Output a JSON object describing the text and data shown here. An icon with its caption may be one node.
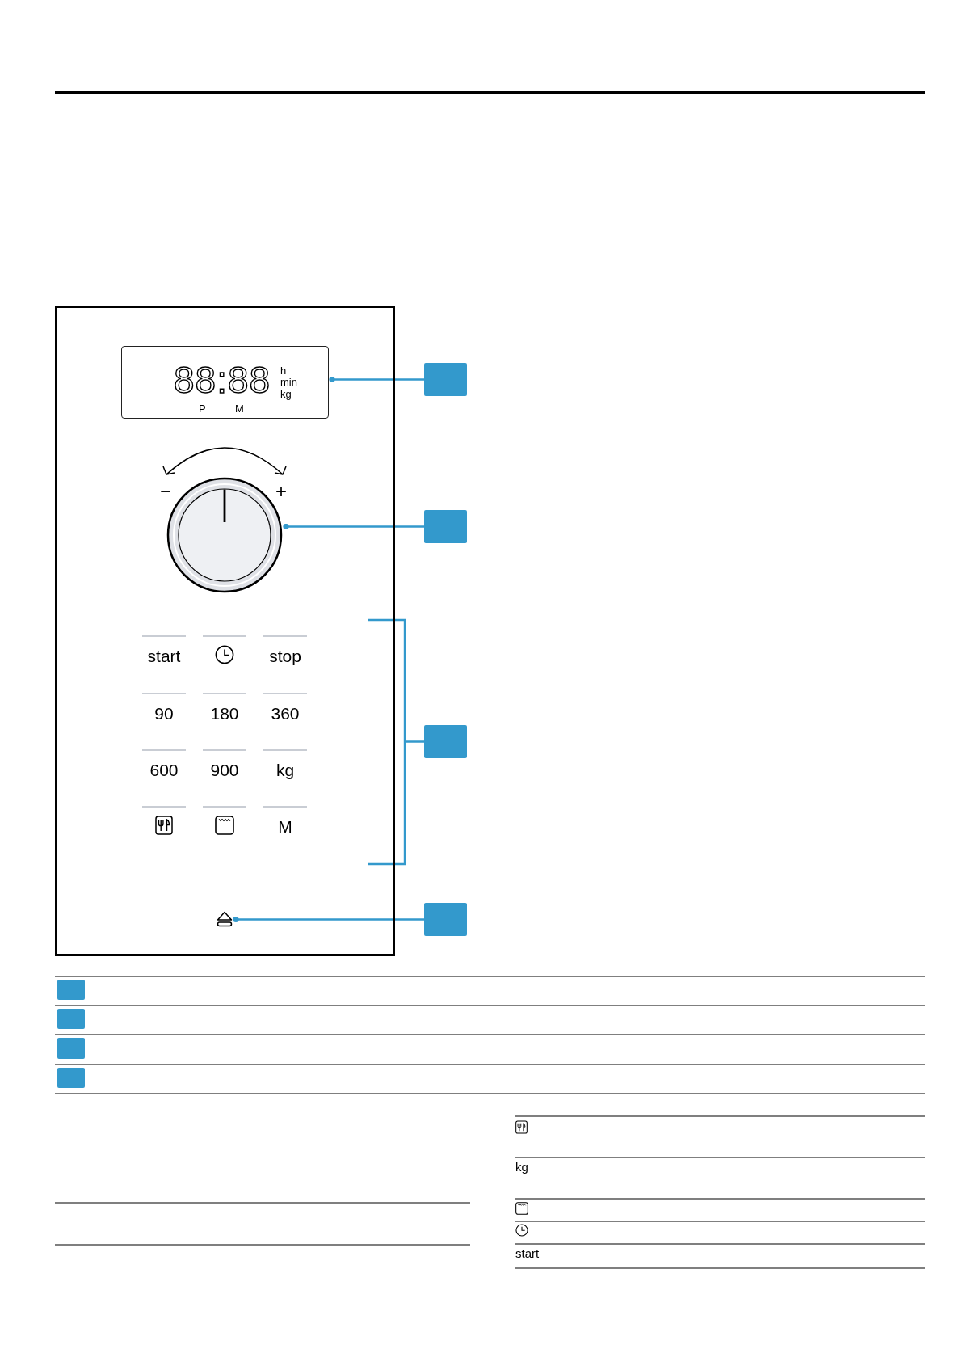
{
  "diagram": {
    "nodes": [
      {
        "text": [],
        "shape": "box"
      },
      {
        "text": [
          "88:88",
          "h",
          "min",
          "kg",
          "P",
          "M"
        ],
        "in": 0
      },
      {
        "text": [],
        "shape": "circle",
        "beside": [
          "−",
          "+"
        ],
        "in": 0
      },
      {
        "text": [
          "start",
          "stop",
          "90",
          "180",
          "360",
          "600",
          "900",
          "kg",
          "M"
        ],
        "in": 0
      },
      {
        "text": [],
        "shape": "picture",
        "in": 0
      },
      {
        "text": [],
        "shape": "box"
      },
      {
        "text": [],
        "shape": "box"
      },
      {
        "text": [],
        "shape": "box"
      },
      {
        "text": [],
        "shape": "box"
      },
      {
        "text": [],
        "shape": "box"
      },
      {
        "text": [],
        "shape": "box"
      },
      {
        "text": [],
        "shape": "box"
      },
      {
        "text": [],
        "shape": "box"
      }
    ],
    "edges": [
      {
        "from": 5,
        "to": 1,
        "arrow": "other"
      },
      {
        "from": 6,
        "to": 2,
        "arrow": "other"
      },
      {
        "from": 7,
        "to": 3,
        "arrow": "none"
      },
      {
        "from": 8,
        "to": 4,
        "arrow": "other"
      }
    ],
    "labels": [
      "kg",
      "start"
    ]
  }
}
